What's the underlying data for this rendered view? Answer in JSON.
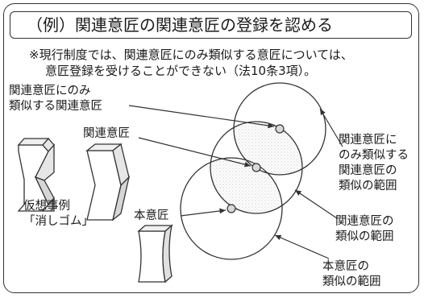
{
  "title": "（例）関連意匠の関連意匠の登録を認める",
  "note": {
    "line1": "※現行制度では、関連意匠にのみ類似する意匠については、",
    "line2": "意匠登録を受けることができない（法10条3項）。"
  },
  "labels": {
    "related_of_related": [
      "関連意匠にのみ",
      "類似する関連意匠"
    ],
    "related": "関連意匠",
    "principal": "本意匠",
    "hypothetical": [
      "仮想事例",
      "「消しゴム」"
    ]
  },
  "right_labels": {
    "similar_only": [
      "関連意匠に",
      "のみ類似する",
      "関連意匠の",
      "類似の範囲"
    ],
    "related_range": [
      "関連意匠の",
      "類似の範囲"
    ],
    "principal_range": [
      "本意匠の",
      "類似の範囲"
    ]
  },
  "colors": {
    "line": "#333333",
    "stipple": "#9a9a9a"
  }
}
